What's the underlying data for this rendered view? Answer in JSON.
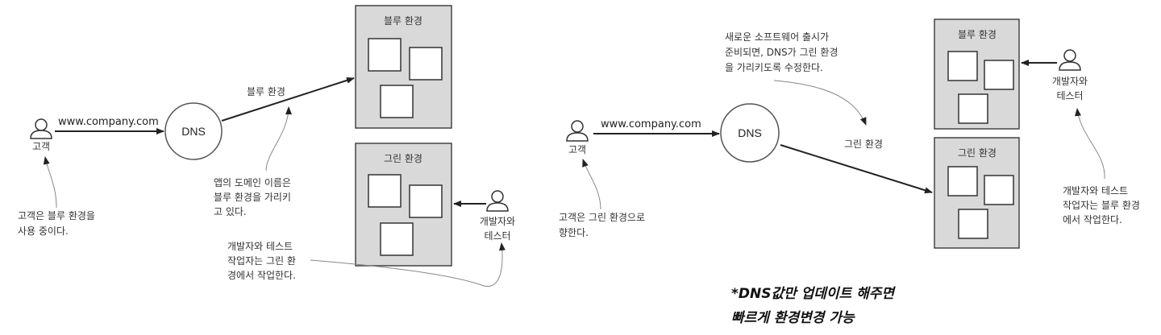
{
  "left": {
    "customer_label": "고객",
    "customer_note": [
      "고객은 블루 환경을",
      "사용 중이다."
    ],
    "url": "www.company.com",
    "dns": "DNS",
    "route_label": "블루 환경",
    "dns_note": [
      "앱의 도메인 이름은",
      "블루 환경을 가리키",
      "고 있다."
    ],
    "blue_env": "블루 환경",
    "green_env": "그린 환경",
    "dev_label": [
      "개발자와",
      "테스터"
    ],
    "dev_note": [
      "개발자와  테스트",
      "작업자는 그린 환",
      "경에서 작업한다."
    ]
  },
  "right": {
    "customer_label": "고객",
    "customer_note": [
      "고객은  그린 환경으로",
      "향한다."
    ],
    "url": "www.company.com",
    "dns": "DNS",
    "release_note": [
      "새로운  소프트웨어  출시가",
      "준비되면, DNS가 그린 환경",
      "을 가리키도록  수정한다."
    ],
    "route_label": "그린 환경",
    "blue_env": "블루 환경",
    "green_env": "그린 환경",
    "dev_label": [
      "개발자와",
      "테스터"
    ],
    "dev_note": [
      "개발자와  테스트",
      "작업자는 블루 환경",
      "에서 작업한다."
    ]
  },
  "handwritten_note": [
    "*DNS값만 업데이트 해주면",
    "빠르게  환경변경 가능"
  ]
}
